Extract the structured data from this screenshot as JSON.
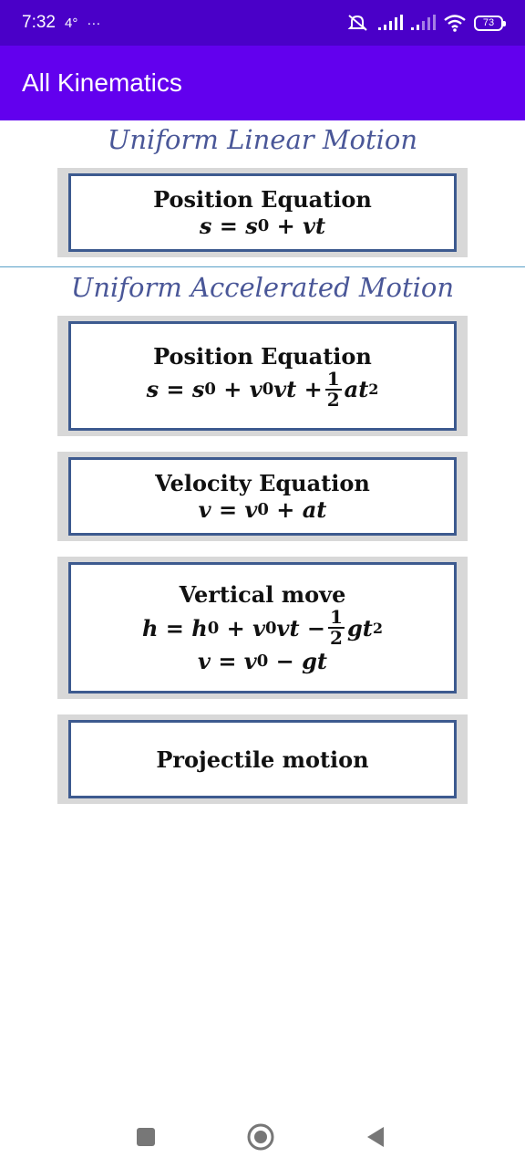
{
  "status_bar": {
    "time": "7:32",
    "temp": "4°",
    "more": "···",
    "battery": "73",
    "icons": [
      "mute-icon",
      "signal-icon",
      "signal-icon",
      "wifi-icon",
      "battery-icon"
    ]
  },
  "app_bar": {
    "title": "All Kinematics"
  },
  "sections": {
    "uniform_linear": {
      "title": "Uniform Linear Motion"
    },
    "uniform_accelerated": {
      "title": "Uniform Accelerated Motion"
    }
  },
  "cards": {
    "linear_position": {
      "title": "Position Equation"
    },
    "accel_position": {
      "title": "Position Equation"
    },
    "velocity": {
      "title": "Velocity Equation"
    },
    "vertical": {
      "title": "Vertical move"
    },
    "projectile": {
      "title": "Projectile motion"
    }
  },
  "colors": {
    "status_bar": "#4a00c8",
    "app_bar": "#6200ee",
    "section_title": "#4a5798",
    "card_border": "#3d5a8f",
    "card_shadow": "#d8d8d8"
  },
  "nav_bar": {
    "icons": [
      "recent-apps-icon",
      "home-icon",
      "back-icon"
    ]
  }
}
